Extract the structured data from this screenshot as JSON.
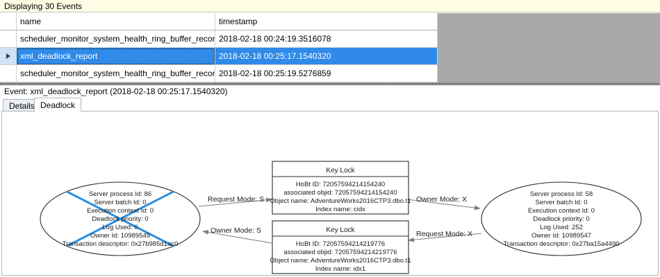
{
  "banner": {
    "text": "Displaying 30 Events"
  },
  "grid": {
    "columns": [
      "",
      "name",
      "timestamp"
    ],
    "rows": [
      {
        "indicator": "",
        "name": "scheduler_monitor_system_health_ring_buffer_recorded",
        "timestamp": "2018-02-18 00:24:19.3516078",
        "selected": false
      },
      {
        "indicator": "current-row-arrow",
        "name": "xml_deadlock_report",
        "timestamp": "2018-02-18 00:25:17.1540320",
        "selected": true
      },
      {
        "indicator": "",
        "name": "scheduler_monitor_system_health_ring_buffer_recorded",
        "timestamp": "2018-02-18 00:25:19.5276859",
        "selected": false
      }
    ]
  },
  "event_header": {
    "text": "Event: xml_deadlock_report (2018-02-18 00:25:17.1540320)"
  },
  "tabs": [
    {
      "label": "Details",
      "active": false
    },
    {
      "label": "Deadlock",
      "active": true
    }
  ],
  "deadlock": {
    "process_left": {
      "victim": true,
      "lines": [
        "Server process Id: 86",
        "Server batch Id: 0",
        "Execution context Id: 0",
        "Deadlock priority: 0",
        "Log Used: 0",
        "Owner Id: 10989549",
        "Transaction descriptor: 0x27b985d1ac0"
      ]
    },
    "process_right": {
      "victim": false,
      "lines": [
        "Server process Id: 58",
        "Server batch Id: 0",
        "Execution context Id: 0",
        "Deadlock priority: 0",
        "Log Used: 252",
        "Owner Id: 10989547",
        "Transaction descriptor: 0x27ba15a4490"
      ]
    },
    "resource_top": {
      "title": "Key Lock",
      "lines": [
        "HoBt ID: 72057594214154240",
        "associated objid: 72057594214154240",
        "Object name: AdventureWorks2016CTP3.dbo.t1",
        "Index name: cidx"
      ]
    },
    "resource_bottom": {
      "title": "Key Lock",
      "lines": [
        "HoBt ID: 72057594214219776",
        "associated objid: 72057594214219776",
        "Object name: AdventureWorks2016CTP3.dbo.t1",
        "Index name: idx1"
      ]
    },
    "edges": [
      {
        "id": "edge-request-s",
        "label": "Request Mode: S"
      },
      {
        "id": "edge-owner-x",
        "label": "Owner Mode: X"
      },
      {
        "id": "edge-owner-s",
        "label": "Owner Mode: S"
      },
      {
        "id": "edge-request-x",
        "label": "Request Mode: X"
      }
    ]
  },
  "colors": {
    "banner_bg": "#fdfde6",
    "selection_blue": "#2f8ae8",
    "grid_empty_gray": "#a9a9a9",
    "victim_blue": "#2a8fe0",
    "edge_gray": "#808080"
  }
}
